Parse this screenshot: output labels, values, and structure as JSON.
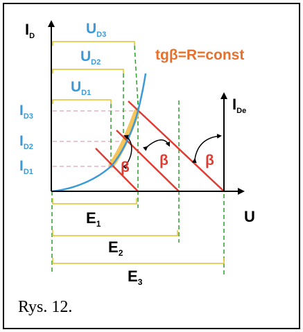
{
  "axes": {
    "y_label": "I",
    "y_sub": "D",
    "x_label": "U",
    "y2_label": "I",
    "y2_sub": "De"
  },
  "voltages": [
    {
      "main": "U",
      "sub": "D3"
    },
    {
      "main": "U",
      "sub": "D2"
    },
    {
      "main": "U",
      "sub": "D1"
    }
  ],
  "currents": [
    {
      "main": "I",
      "sub": "D3"
    },
    {
      "main": "I",
      "sub": "D2"
    },
    {
      "main": "I",
      "sub": "D1"
    }
  ],
  "emfs": [
    {
      "main": "E",
      "sub": "1"
    },
    {
      "main": "E",
      "sub": "2"
    },
    {
      "main": "E",
      "sub": "3"
    }
  ],
  "formula": "tgβ=R=const",
  "angle_symbol": "β",
  "caption": "Rys. 12.",
  "colors": {
    "blue": "#3a9ad9",
    "red": "#e03c31",
    "orange": "#e8702a",
    "green": "#2aa02a",
    "yellow": "#e6c02a",
    "highlight": "#f5c45a",
    "pink": "#e3b3c6"
  }
}
